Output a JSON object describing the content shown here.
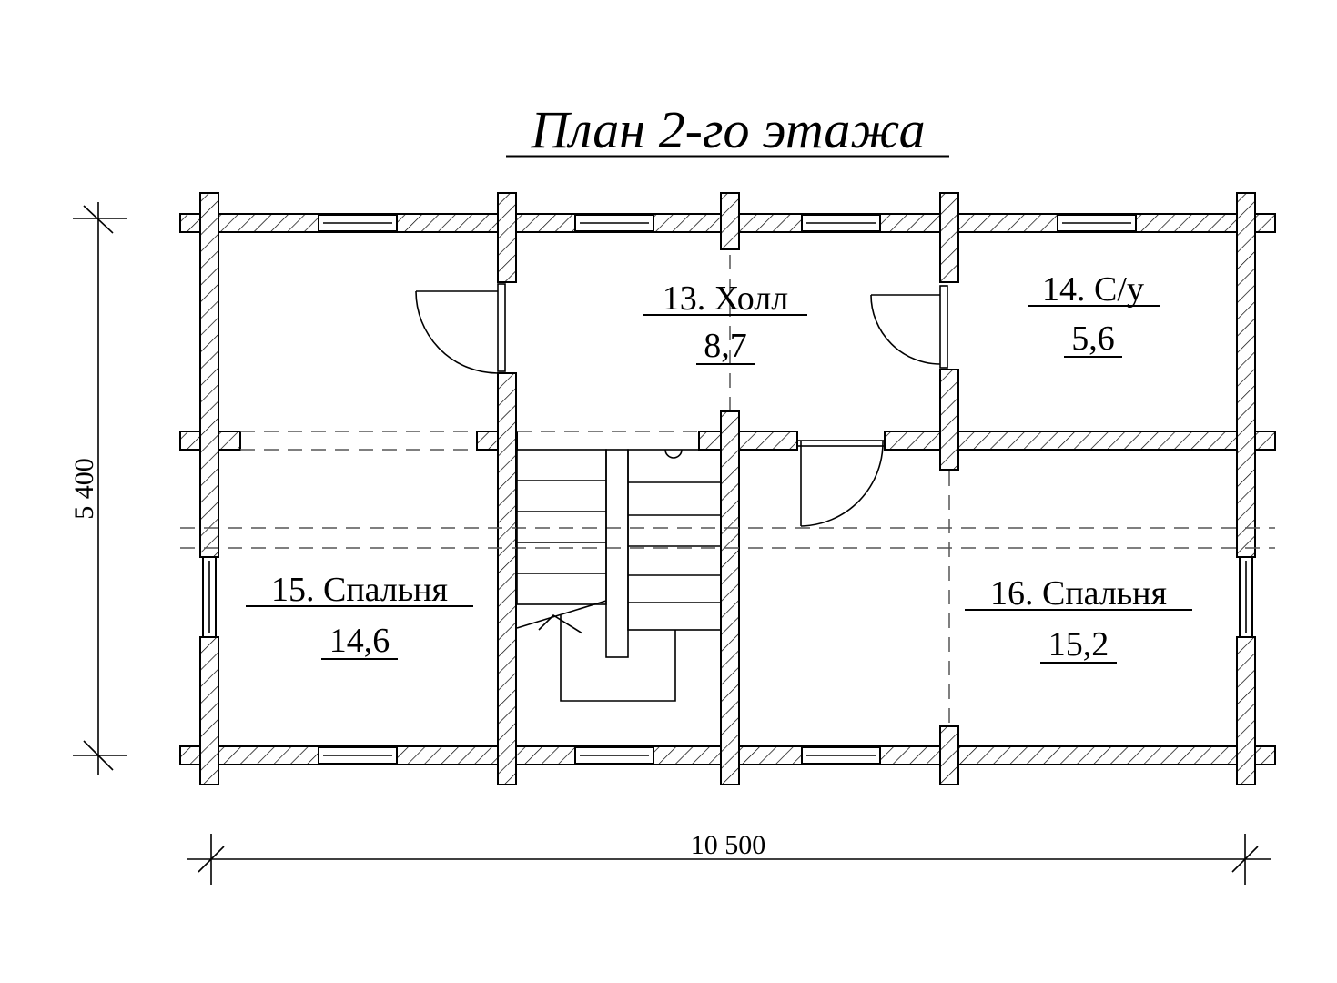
{
  "title": "План 2-го этажа",
  "dimensions": {
    "height": "5 400",
    "width": "10 500"
  },
  "rooms": [
    {
      "name": "13. Холл",
      "area": "8,7"
    },
    {
      "name": "14. С/у",
      "area": "5,6"
    },
    {
      "name": "15. Спальня",
      "area": "14,6"
    },
    {
      "name": "16. Спальня",
      "area": "15,2"
    }
  ],
  "colors": {
    "line": "#000000",
    "background": "#ffffff",
    "dash": "#555555"
  }
}
